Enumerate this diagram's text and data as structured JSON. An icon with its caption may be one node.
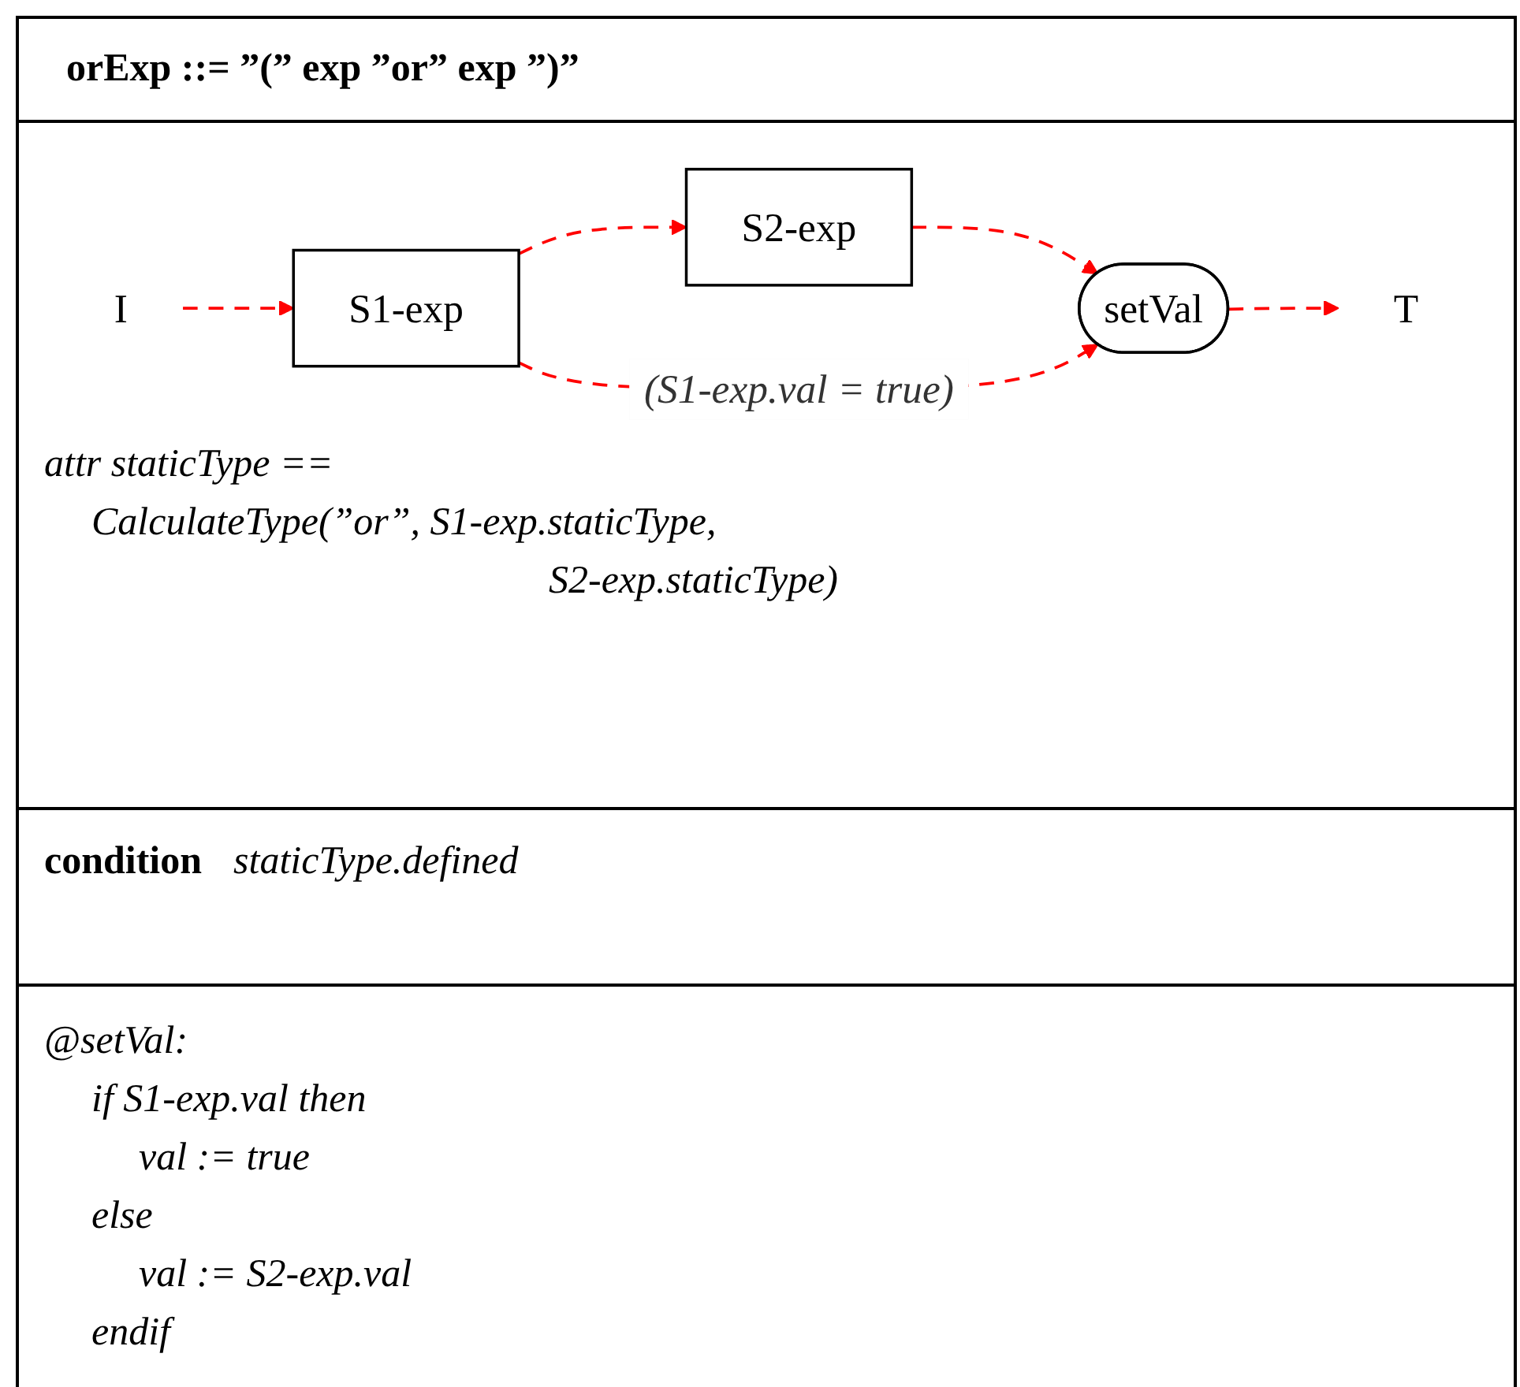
{
  "diagram": {
    "title": "orExp ::= ”(” exp ”or” exp ”)”",
    "nodes": [
      {
        "text": [
          "I"
        ]
      },
      {
        "text": [
          "S1-exp"
        ]
      },
      {
        "text": [
          "S2-exp"
        ]
      },
      {
        "text": [
          "setVal"
        ]
      },
      {
        "text": [
          "T"
        ]
      }
    ],
    "edges": [
      {
        "from": 0,
        "to": 1,
        "arrow": "to",
        "style": "dashed",
        "color": "#ff0000"
      },
      {
        "from": 1,
        "to": 2,
        "arrow": "to",
        "style": "dashed",
        "color": "#ff0000"
      },
      {
        "from": 2,
        "to": 3,
        "arrow": "to",
        "style": "dashed",
        "color": "#ff0000"
      },
      {
        "from": 3,
        "to": 4,
        "arrow": "to",
        "style": "dashed",
        "color": "#ff0000"
      },
      {
        "from": 1,
        "to": 3,
        "arrow": "to",
        "label": "(S1-exp.val = true)",
        "style": "dashed",
        "color": "#ff0000"
      }
    ],
    "labels": [
      "attr staticType ==",
      "CalculateType(”or”, S1-exp.staticType,",
      "S2-exp.staticType)",
      "condition",
      "staticType.defined",
      "@setVal:",
      "if S1-exp.val then",
      "val := true",
      "else",
      "val := S2-exp.val",
      "endif"
    ]
  }
}
